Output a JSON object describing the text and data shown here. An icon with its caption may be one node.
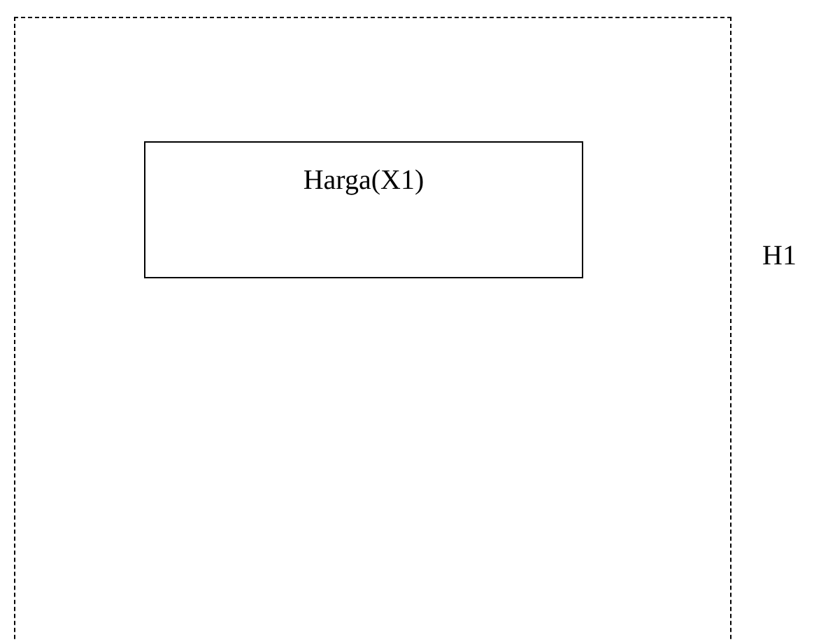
{
  "diagram": {
    "nodes": [
      {
        "text": [],
        "shape": "box"
      },
      {
        "text": [
          "Harga(X1)"
        ],
        "in": 0
      }
    ],
    "labels": [
      "H1"
    ]
  }
}
